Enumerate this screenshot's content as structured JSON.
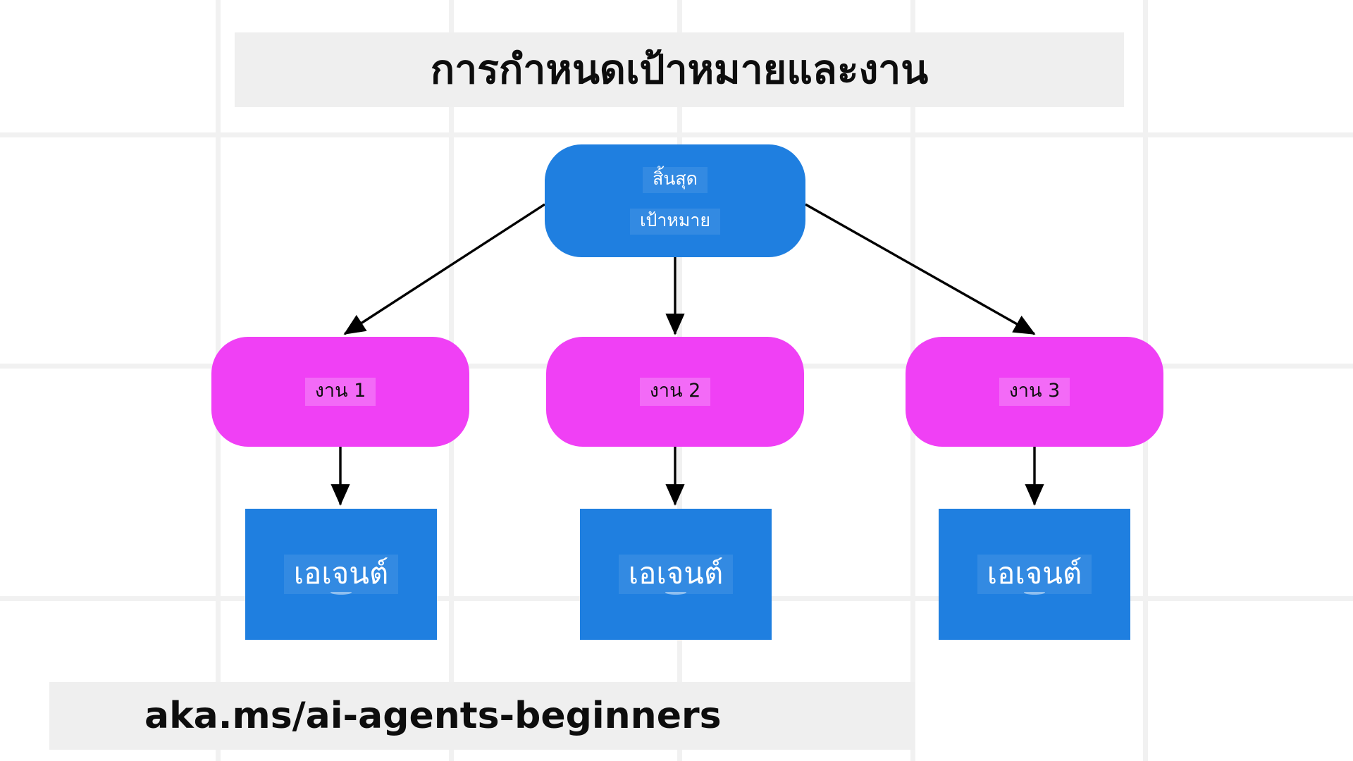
{
  "title": {
    "text": "การกำหนดเป้าหมายและงาน"
  },
  "footer": {
    "url": "aka.ms/ai-agents-beginners"
  },
  "colors": {
    "goal_blue": "#1f7fe0",
    "task_magenta": "#f040f5",
    "agent_blue": "#1f7fe0",
    "banner_gray": "#efefef",
    "grid_line": "#f1f1f1",
    "arrow_black": "#000000",
    "page_background": "#ffffff"
  },
  "diagram": {
    "type": "tree",
    "root": {
      "id": "goal-node",
      "line1": "สิ้นสุด",
      "line2": "เป้าหมาย",
      "shape": "rounded-rectangle",
      "color": "#1f7fe0"
    },
    "tasks": [
      {
        "id": "task-1",
        "label": "งาน 1",
        "shape": "rounded-rectangle",
        "color": "#f040f5"
      },
      {
        "id": "task-2",
        "label": "งาน 2",
        "shape": "rounded-rectangle",
        "color": "#f040f5"
      },
      {
        "id": "task-3",
        "label": "งาน 3",
        "shape": "rounded-rectangle",
        "color": "#f040f5"
      }
    ],
    "agents": [
      {
        "id": "agent-1",
        "label": "เอเจนต์",
        "shape": "rectangle",
        "color": "#1f7fe0"
      },
      {
        "id": "agent-2",
        "label": "เอเจนต์",
        "shape": "rectangle",
        "color": "#1f7fe0"
      },
      {
        "id": "agent-3",
        "label": "เอเจนต์",
        "shape": "rectangle",
        "color": "#1f7fe0"
      }
    ],
    "edges": [
      {
        "from": "goal-node",
        "to": "task-1",
        "style": "arrow"
      },
      {
        "from": "goal-node",
        "to": "task-2",
        "style": "arrow"
      },
      {
        "from": "goal-node",
        "to": "task-3",
        "style": "arrow"
      },
      {
        "from": "task-1",
        "to": "agent-1",
        "style": "arrow"
      },
      {
        "from": "task-2",
        "to": "agent-2",
        "style": "arrow"
      },
      {
        "from": "task-3",
        "to": "agent-3",
        "style": "arrow"
      }
    ]
  },
  "background": {
    "grid_vertical_x": [
      306,
      637,
      961,
      1292,
      1622
    ],
    "grid_horizontal_y": [
      188,
      516,
      846
    ]
  }
}
